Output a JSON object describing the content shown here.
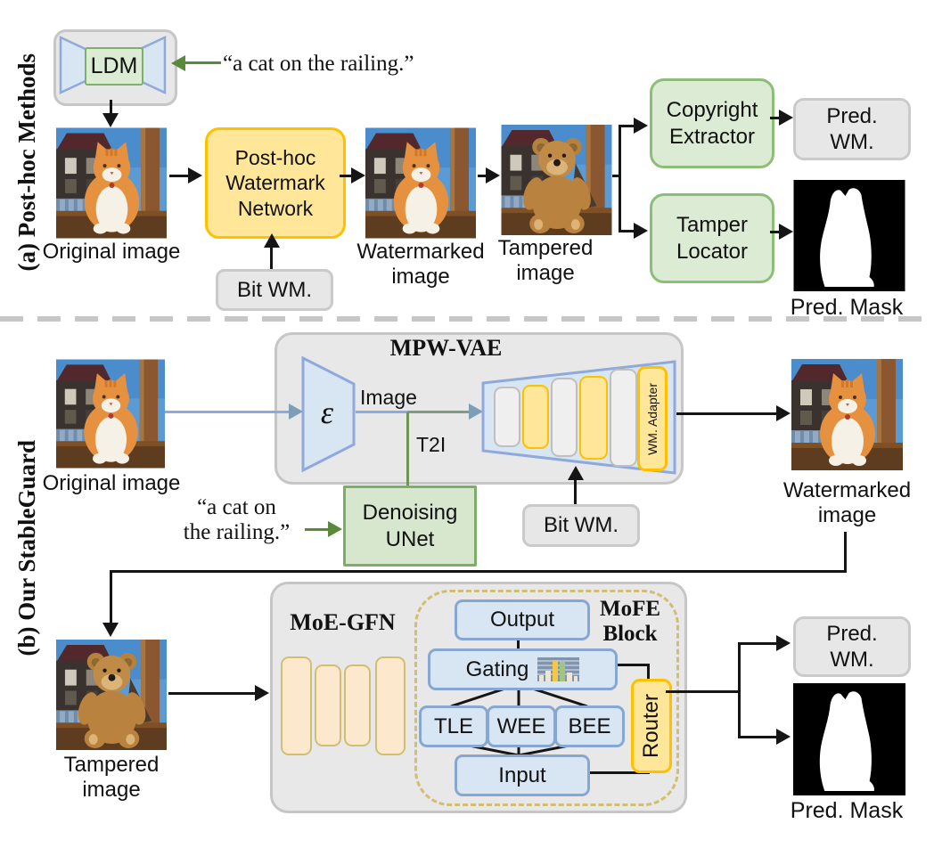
{
  "section_a": {
    "side_label": "(a) Post-hoc Methods",
    "ldm": "LDM",
    "prompt": "“a cat on the railing.”",
    "captions": {
      "original": "Original image",
      "watermarked": "Watermarked image",
      "tampered": "Tampered image",
      "pred_mask": "Pred. Mask"
    },
    "boxes": {
      "network": "Post-hoc Watermark Network",
      "bit_wm": "Bit WM.",
      "copyright_extractor": "Copyright Extractor",
      "tamper_locator": "Tamper Locator",
      "pred_wm": "Pred. WM."
    }
  },
  "section_b": {
    "side_label": "(b) Our StableGuard",
    "mpw_vae_title": "MPW-VAE",
    "encoder_symbol": "ε",
    "image_label": "Image",
    "t2i_label": "T2I",
    "prompt_line1": "“a cat on",
    "prompt_line2": "the railing.”",
    "captions": {
      "original": "Original image",
      "watermarked": "Watermarked image",
      "tampered": "Tampered image",
      "pred_mask": "Pred. Mask"
    },
    "boxes": {
      "denoising_unet": "Denoising UNet",
      "bit_wm": "Bit WM.",
      "wm_adapter": "WM. Adapter",
      "pred_wm": "Pred. WM."
    },
    "moe_gfn_title": "MoE-GFN",
    "mofe": {
      "title": "MoFE Block",
      "output": "Output",
      "gating": "Gating",
      "experts": [
        "TLE",
        "WEE",
        "BEE"
      ],
      "input": "Input",
      "router": "Router"
    }
  },
  "icons": {
    "gating_icon": "bar-chart-icon"
  },
  "colors": {
    "yellow_fill": "#FFE699",
    "yellow_border": "#FFC000",
    "green_fill": "#DCEBD3",
    "green_border": "#8CBE77",
    "blue_fill": "#D8E5F3",
    "blue_border": "#8EA9DB",
    "gray_fill": "#E8E7E7",
    "gray_border": "#C6C6C6",
    "peach_fill": "#FCE9CD",
    "khaki_border": "#D2BD74",
    "line_black": "#151515",
    "arrow_green": "#588A39",
    "arrow_slate": "#7E9EB8"
  }
}
